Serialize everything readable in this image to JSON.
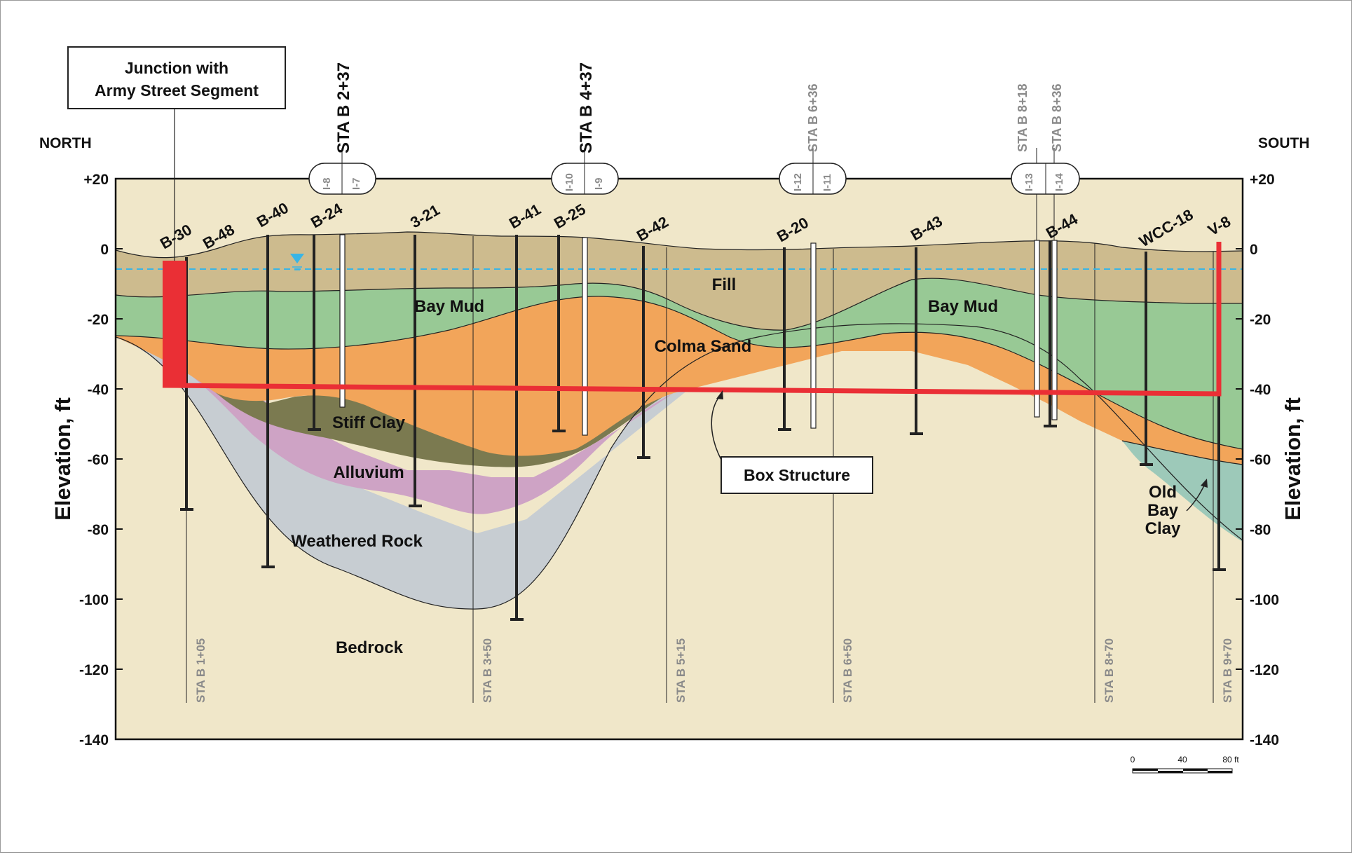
{
  "direction": {
    "left": "NORTH",
    "right": "SOUTH"
  },
  "y_axis": {
    "label": "Elevation, ft",
    "ticks": [
      "+20",
      "0",
      "-20",
      "-40",
      "-60",
      "-80",
      "-100",
      "-120",
      "-140"
    ]
  },
  "callouts": {
    "junction_line1": "Junction with",
    "junction_line2": "Army Street Segment",
    "box_structure": "Box Structure"
  },
  "layers": {
    "fill": "Fill",
    "bay_mud_left": "Bay Mud",
    "bay_mud_right": "Bay Mud",
    "colma_sand": "Colma Sand",
    "stiff_clay": "Stiff Clay",
    "alluvium": "Alluvium",
    "weathered_rock": "Weathered Rock",
    "bedrock": "Bedrock",
    "old_bay_clay_1": "Old",
    "old_bay_clay_2": "Bay",
    "old_bay_clay_3": "Clay"
  },
  "stations_bottom": [
    "STA B 1+05",
    "STA B 3+50",
    "STA B 5+15",
    "STA B 6+50",
    "STA B 8+70",
    "STA B 9+70"
  ],
  "stations_top": {
    "sta_2_37": "STA B 2+37",
    "sta_4_37": "STA B 4+37",
    "sta_6_36": "STA B 6+36",
    "sta_8_18": "STA B 8+18",
    "sta_8_36": "STA B 8+36"
  },
  "inclinometers": {
    "i8": "I-8",
    "i7": "I-7",
    "i10": "I-10",
    "i9": "I-9",
    "i12": "I-12",
    "i11": "I-11",
    "i13": "I-13",
    "i14": "I-14"
  },
  "borings": [
    "B-30",
    "B-48",
    "B-40",
    "B-24",
    "3-21",
    "B-41",
    "B-25",
    "B-42",
    "B-20",
    "B-43",
    "B-44",
    "WCC-18",
    "V-8"
  ],
  "scale_bar": {
    "labels": [
      "0",
      "40",
      "80 ft"
    ]
  },
  "colors": {
    "fill_layer": "#cdbb8e",
    "bay_mud": "#98c995",
    "colma_sand": "#f2a55a",
    "stiff_clay": "#7b7a50",
    "alluvium": "#cea3c5",
    "weathered_rock": "#c7cdd2",
    "bedrock": "#f0e7c9",
    "old_bay_clay": "#9dc9b9",
    "box_structure": "#ea2f35",
    "water_table": "#39b5e6"
  }
}
